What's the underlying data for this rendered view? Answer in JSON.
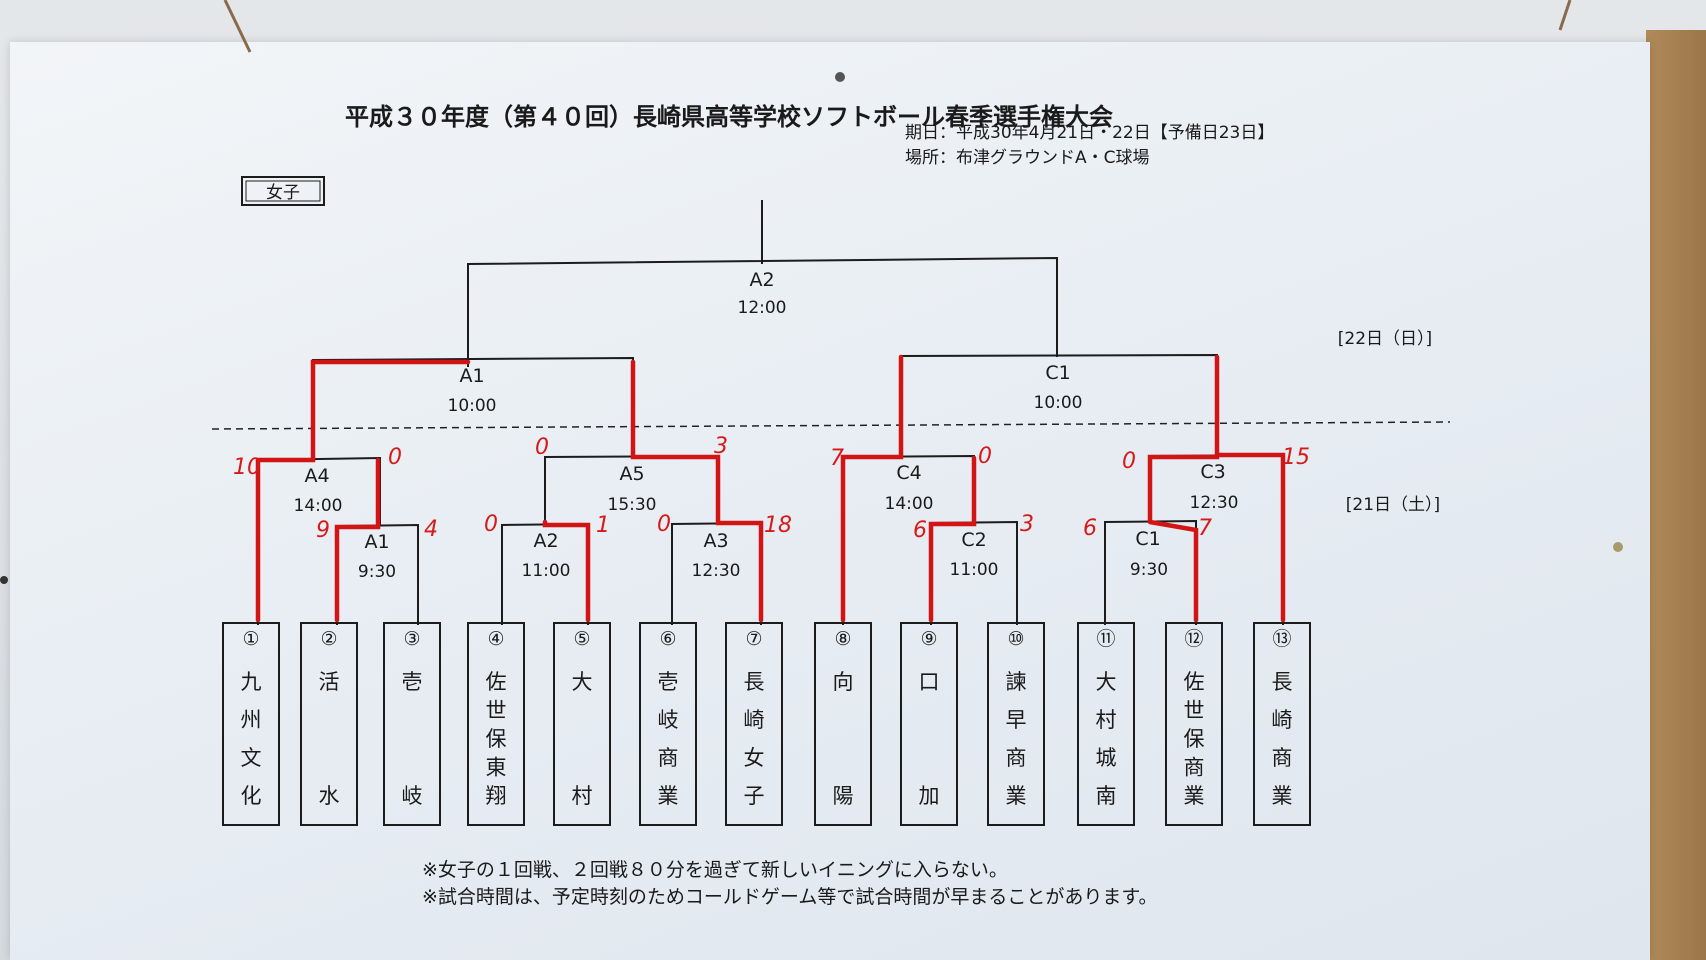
{
  "title": "平成３０年度（第４０回）長崎県高等学校ソフトボール春季選手権大会",
  "dates": "期日：平成30年4月21日・22日【予備日23日】",
  "venue": "場所：布津グラウンドA・C球場",
  "category": "女子",
  "day22": "[22日（日）]",
  "day21": "[21日（土）]",
  "matches": {
    "final": {
      "court": "A2",
      "time": "12:00"
    },
    "semi_left": {
      "court": "A1",
      "time": "10:00"
    },
    "semi_right": {
      "court": "C1",
      "time": "10:00"
    },
    "a4": {
      "court": "A4",
      "time": "14:00"
    },
    "a5": {
      "court": "A5",
      "time": "15:30"
    },
    "c4": {
      "court": "C4",
      "time": "14:00"
    },
    "c3": {
      "court": "C3",
      "time": "12:30"
    },
    "a1": {
      "court": "A1",
      "time": "9:30"
    },
    "a2": {
      "court": "A2",
      "time": "11:00"
    },
    "a3": {
      "court": "A3",
      "time": "12:30"
    },
    "c2": {
      "court": "C2",
      "time": "11:00"
    },
    "c1": {
      "court": "C1",
      "time": "9:30"
    }
  },
  "teams": [
    {
      "num": "①",
      "chars": [
        "九",
        "州",
        "文",
        "化"
      ]
    },
    {
      "num": "②",
      "chars": [
        "活",
        "水"
      ]
    },
    {
      "num": "③",
      "chars": [
        "壱",
        "岐"
      ]
    },
    {
      "num": "④",
      "chars": [
        "佐",
        "世",
        "保",
        "東",
        "翔"
      ]
    },
    {
      "num": "⑤",
      "chars": [
        "大",
        "村"
      ]
    },
    {
      "num": "⑥",
      "chars": [
        "壱",
        "岐",
        "商",
        "業"
      ]
    },
    {
      "num": "⑦",
      "chars": [
        "長",
        "崎",
        "女",
        "子"
      ]
    },
    {
      "num": "⑧",
      "chars": [
        "向",
        "陽"
      ]
    },
    {
      "num": "⑨",
      "chars": [
        "口",
        "加"
      ]
    },
    {
      "num": "⑩",
      "chars": [
        "諫",
        "早",
        "商",
        "業"
      ]
    },
    {
      "num": "⑪",
      "chars": [
        "大",
        "村",
        "城",
        "南"
      ]
    },
    {
      "num": "⑫",
      "chars": [
        "佐",
        "世",
        "保",
        "商",
        "業"
      ]
    },
    {
      "num": "⑬",
      "chars": [
        "長",
        "崎",
        "商",
        "業"
      ]
    }
  ],
  "scores": {
    "a4_left": "10",
    "a4_right": "0",
    "a1_left": "9",
    "a1_right": "4",
    "a5_left": "0",
    "a5_right": "3",
    "a2_left": "0",
    "a2_right": "1",
    "a3_left": "0",
    "a3_right": "18",
    "c4_left": "7",
    "c4_right": "0",
    "c2_left": "6",
    "c2_right": "3",
    "c3_left": "0",
    "c3_right": "15",
    "c1_left": "6",
    "c1_right": "7"
  },
  "notes": [
    "※女子の１回戦、２回戦８０分を過ぎて新しいイニングに入らない。",
    "※試合時間は、予定時刻のためコールドゲーム等で試合時間が早まることがあります。"
  ],
  "colors": {
    "paper": "#eef2f6",
    "ink": "#1a1a1a",
    "winner_line": "#d21414"
  }
}
